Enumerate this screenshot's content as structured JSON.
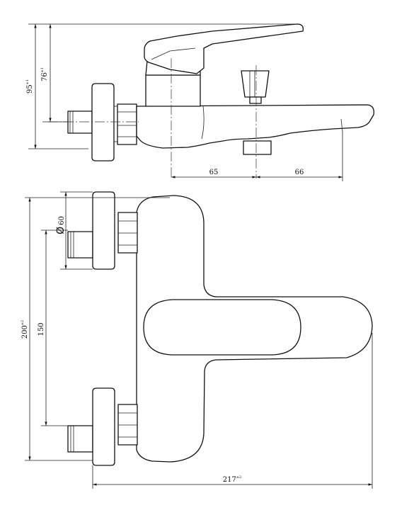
{
  "dimensions": {
    "height_total": {
      "value": "95",
      "tolerance": "±1"
    },
    "height_spout": {
      "value": "76",
      "tolerance": "±1"
    },
    "spout_to_shower": {
      "value": "65"
    },
    "shower_to_spout_end": {
      "value": "66"
    },
    "connection_diameter": {
      "symbol": "Ø",
      "value": "60"
    },
    "overall_height": {
      "value": "200",
      "tolerance": "±2"
    },
    "inlet_spacing": {
      "value": "150"
    },
    "overall_depth": {
      "value": "217",
      "tolerance": "±2"
    }
  }
}
